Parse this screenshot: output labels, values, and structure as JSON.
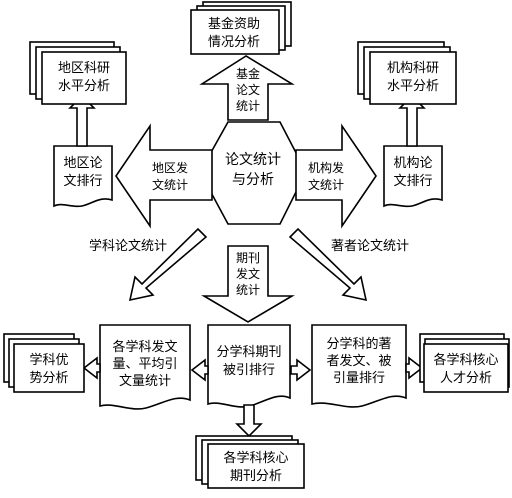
{
  "colors": {
    "ink": "#000000",
    "paper": "#ffffff"
  },
  "center": {
    "line1": "论文统计",
    "line2": "与分析"
  },
  "fund_arrow": {
    "line1": "基金",
    "line2": "论文",
    "line3": "统计"
  },
  "fund_analysis": {
    "line1": "基金资助",
    "line2": "情况分析"
  },
  "region_arrow": {
    "line1": "地区发",
    "line2": "文统计"
  },
  "region_rank": {
    "line1": "地区论",
    "line2": "文排行"
  },
  "region_analysis": {
    "line1": "地区科研",
    "line2": "水平分析"
  },
  "inst_arrow": {
    "line1": "机构发",
    "line2": "文统计"
  },
  "inst_rank": {
    "line1": "机构论",
    "line2": "文排行"
  },
  "inst_analysis": {
    "line1": "机构科研",
    "line2": "水平分析"
  },
  "subject_stats_label": "学科论文统计",
  "author_stats_label": "著者论文统计",
  "journal_arrow": {
    "line1": "期刊",
    "line2": "发文",
    "line3": "统计"
  },
  "subject_output": {
    "line1": "各学科发文",
    "line2": "量、平均引",
    "line3": "文量统计"
  },
  "subject_advantage": {
    "line1": "学科优",
    "line2": "势分析"
  },
  "journal_rank": {
    "line1": "分学科期刊",
    "line2": "被引排行"
  },
  "core_journals": {
    "line1": "各学科核心",
    "line2": "期刊分析"
  },
  "author_rank": {
    "line1": "分学科的著",
    "line2": "者发文、被",
    "line3": "引量排行"
  },
  "core_talent": {
    "line1": "各学科核心",
    "line2": "人才分析"
  }
}
